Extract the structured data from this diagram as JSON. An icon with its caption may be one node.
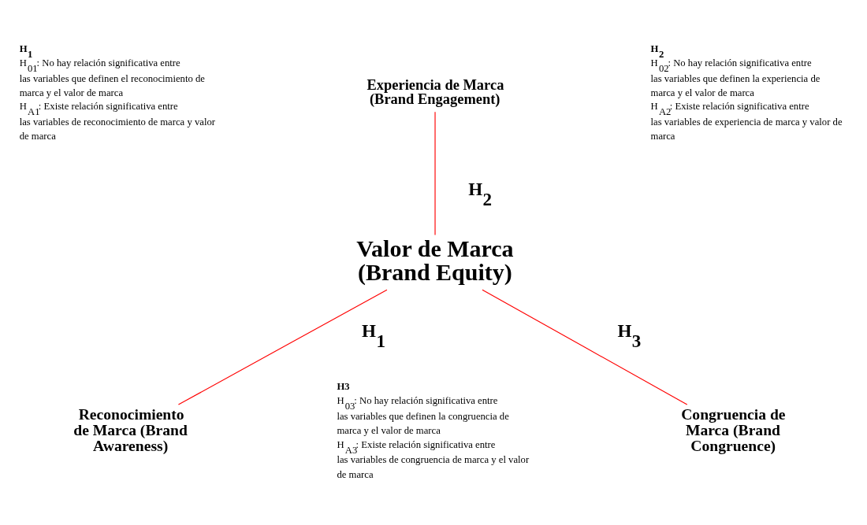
{
  "diagram": {
    "nodes": [
      {
        "text": [
          "Valor de Marca (Brand Equity)"
        ]
      },
      {
        "text": [
          "Experiencia de Marca (Brand Engagement)"
        ]
      },
      {
        "text": [
          "Reconocimiento de Marca (Brand Awareness)"
        ]
      },
      {
        "text": [
          "Congruencia de Marca (Brand Congruence)"
        ]
      }
    ],
    "edges": [
      {
        "from": 1,
        "to": 0,
        "arrow": "none",
        "label": "H$_{2}$"
      },
      {
        "from": 0,
        "to": 2,
        "arrow": "none",
        "label": "H$_{1}$"
      },
      {
        "from": 0,
        "to": 3,
        "arrow": "none",
        "label": "H$_{3}$"
      }
    ],
    "labels": [
      "H$_{1}$",
      "H$_{01}$: No hay relación significativa entre las variables que definen el reconocimiento de marca y el valor de marca",
      "H$_{A1}$: Existe relación significativa entre las variables de reconocimiento de marca y valor de marca",
      "H$_{2}$",
      "H$_{02}$: No hay relación significativa entre las variables que definen la experiencia de marca y el valor de marca",
      "H$_{A2}$: Existe relación significativa entre las variables de experiencia de marca y valor de marca",
      "H3",
      "H$_{03}$: No hay relación significativa entre las variables que definen la congruencia de marca y el valor de marca",
      "H$_{A3}$: Existe relación significativa entre las variables de congruencia de marca y el valor de marca"
    ]
  }
}
